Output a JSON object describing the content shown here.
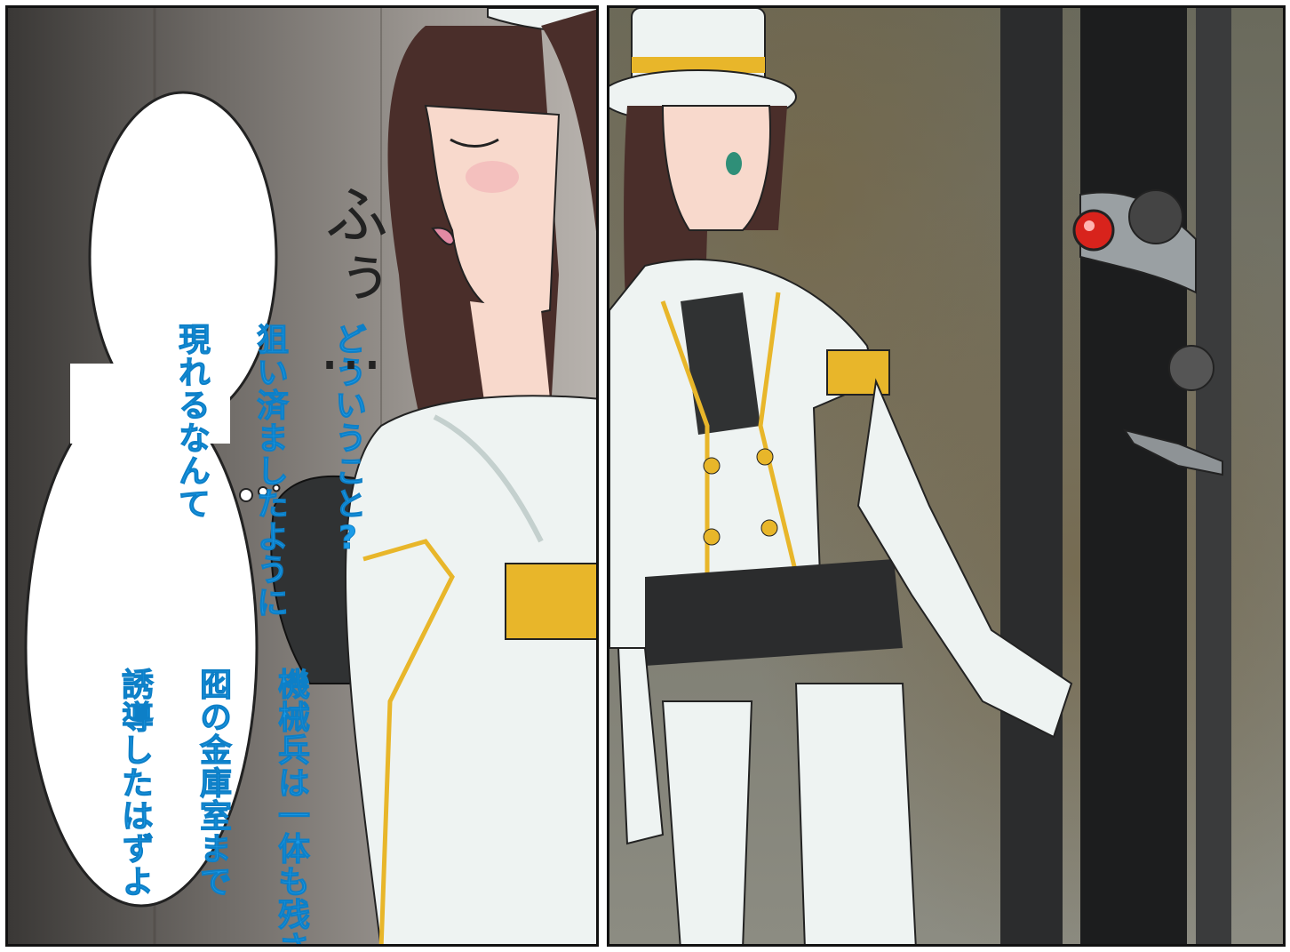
{
  "speech": {
    "bubble_top": [
      "どういうこと?",
      "狙い済ましたように",
      "現れるなんて"
    ],
    "bubble_bottom": [
      "機械兵は一体も残さず",
      "囮の金庫室まで",
      "誘導したはずよ"
    ]
  },
  "sfx": {
    "sigh": "ふぅ…"
  },
  "colors": {
    "dialogue_text": "#1a9be8",
    "uniform_white": "#eef3f2",
    "uniform_gold": "#e8b62a",
    "hair": "#4a2e2a",
    "robot_eye": "#d8231c"
  }
}
